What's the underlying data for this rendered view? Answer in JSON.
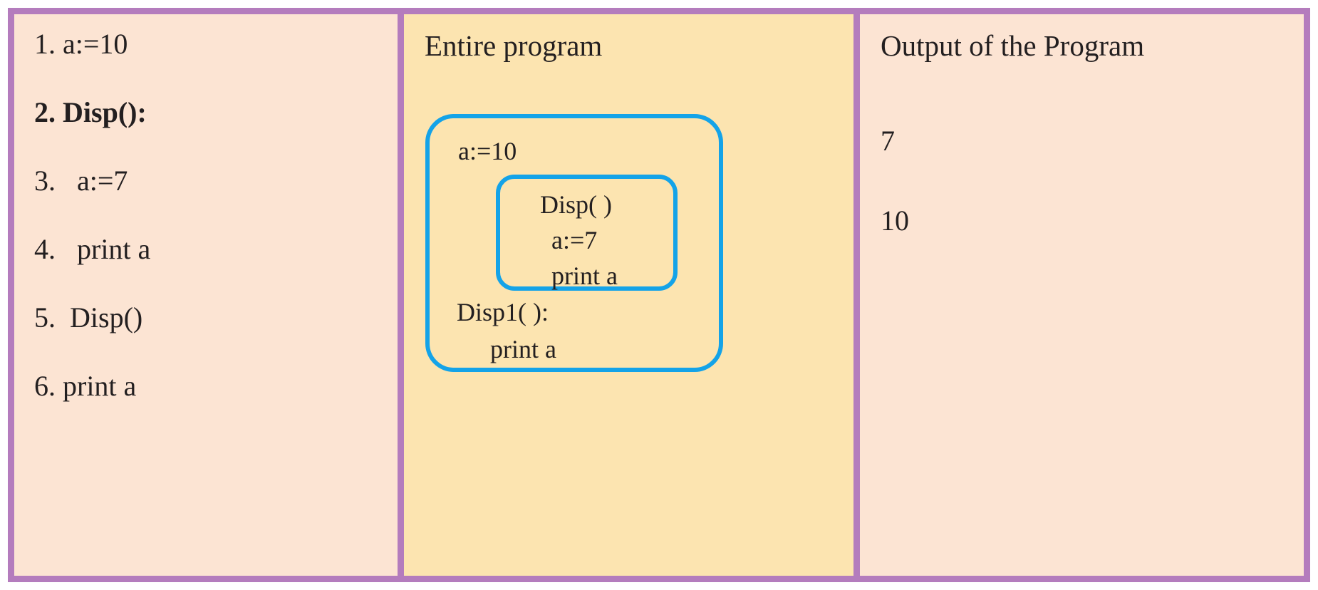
{
  "figure": {
    "border_color": "#b47cbd",
    "columns": [
      {
        "id": "pseudocode",
        "background": "#fce4d3",
        "lines": [
          {
            "text": "1. a:=10",
            "bold": false
          },
          {
            "text": "2. Disp():",
            "bold": true
          },
          {
            "text": "3.   a:=7",
            "bold": false
          },
          {
            "text": "4.   print a",
            "bold": false
          },
          {
            "text": "5.  Disp()",
            "bold": false
          },
          {
            "text": "6. print a",
            "bold": false
          }
        ]
      },
      {
        "id": "program",
        "background": "#fce4b0",
        "title": "Entire program",
        "box_color": "#14a3e8",
        "outer_box": {
          "line_1": "a:=10",
          "line_2": "Disp1( ):",
          "line_3": "print a"
        },
        "inner_box": {
          "line_1": "Disp( )",
          "line_2": "a:=7",
          "line_3": "print a"
        }
      },
      {
        "id": "output",
        "background": "#fce4d3",
        "title": "Output of the Program",
        "values": [
          "7",
          "10"
        ]
      }
    ]
  }
}
